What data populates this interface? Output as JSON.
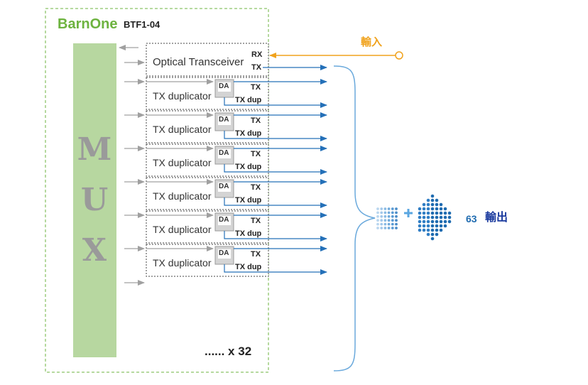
{
  "brand": {
    "name": "BarnOne",
    "model": "BTF1-04"
  },
  "mux": {
    "letters": [
      "M",
      "U",
      "X"
    ]
  },
  "optical_transceiver": {
    "label": "Optical Transceiver",
    "rx": "RX",
    "tx": "TX"
  },
  "duplicator": {
    "label": "TX duplicator",
    "da": "DA",
    "tx": "TX",
    "tx_dup": "TX dup",
    "count": 6
  },
  "input": {
    "label": "輸入"
  },
  "output": {
    "count": "63",
    "label": "輸出"
  },
  "multiplier": "...... x 32",
  "colors": {
    "brand": "#6db33f",
    "mux": "#b7d7a0",
    "signal": "#2470b8",
    "input": "#f0a21c",
    "arrow_gray": "#a0a0a0"
  }
}
